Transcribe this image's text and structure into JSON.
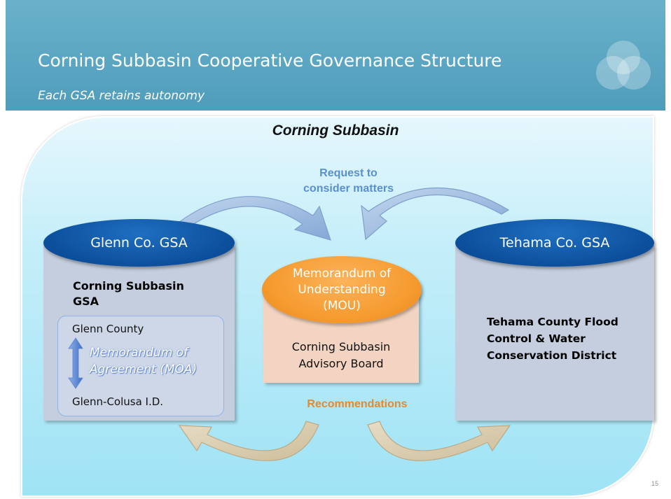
{
  "slide": {
    "title": "Corning Subbasin Cooperative Governance Structure",
    "subtitle": "Each GSA retains autonomy",
    "page_number": "15"
  },
  "diagram": {
    "panel_title": "Corning Subbasin",
    "request_label_line1": "Request to",
    "request_label_line2": "consider matters",
    "recommendations_label": "Recommendations",
    "left": {
      "oval_label": "Glenn Co. GSA",
      "gsa_name_line1": "Corning Subbasin",
      "gsa_name_line2": "GSA",
      "moa_top": "Glenn County",
      "moa_label_line1": "Memorandum of",
      "moa_label_line2": "Agreement (MOA)",
      "moa_bottom": "Glenn-Colusa I.D."
    },
    "center": {
      "oval_line1": "Memorandum of",
      "oval_line2": "Understanding",
      "oval_line3": "(MOU)",
      "board_line1": "Corning Subbasin",
      "board_line2": "Advisory Board"
    },
    "right": {
      "oval_label": "Tehama Co. GSA",
      "district_line1": "Tehama County Flood",
      "district_line2": "Control & Water",
      "district_line3": "Conservation District"
    }
  },
  "colors": {
    "header": "#5aa6c3",
    "oval_blue": "#0c4f9c",
    "oval_orange": "#f59a2e",
    "request_text": "#5a8fd0",
    "recommendations_text": "#e58a2c",
    "box_gray": "#c4cedf",
    "center_box": "#f3d4c2"
  }
}
